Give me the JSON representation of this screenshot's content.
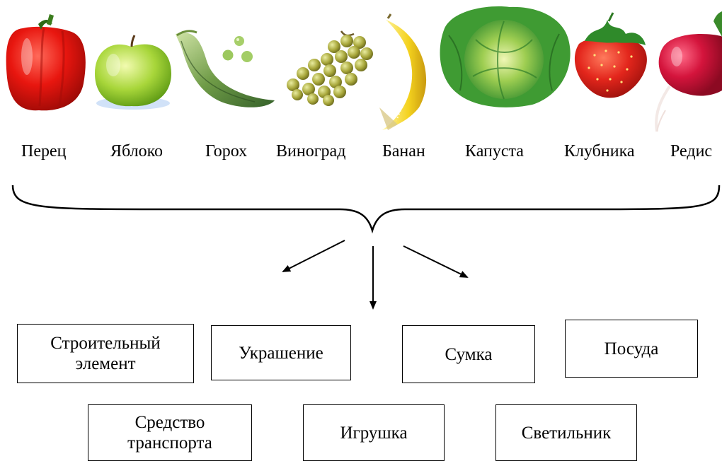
{
  "items": [
    {
      "name": "Перец",
      "icon": "pepper-icon"
    },
    {
      "name": "Яблоко",
      "icon": "apple-icon"
    },
    {
      "name": "Горох",
      "icon": "peas-icon"
    },
    {
      "name": "Виноград",
      "icon": "grapes-icon"
    },
    {
      "name": "Банан",
      "icon": "banana-icon"
    },
    {
      "name": "Капуста",
      "icon": "cabbage-icon"
    },
    {
      "name": "Клубника",
      "icon": "strawberry-icon"
    },
    {
      "name": "Редис",
      "icon": "radish-icon"
    }
  ],
  "categories": [
    {
      "line1": "Строительный",
      "line2": "элемент"
    },
    {
      "line1": "Украшение",
      "line2": ""
    },
    {
      "line1": "Сумка",
      "line2": ""
    },
    {
      "line1": "Посуда",
      "line2": ""
    },
    {
      "line1": "Средство",
      "line2": "транспорта"
    },
    {
      "line1": "Игрушка",
      "line2": ""
    },
    {
      "line1": "Светильник",
      "line2": ""
    }
  ]
}
